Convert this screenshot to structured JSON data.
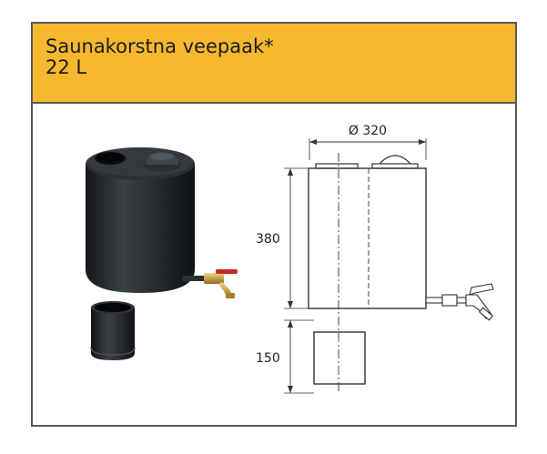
{
  "product": {
    "title_line1": "Saunakorstna veepaak*",
    "title_line2": "22 L"
  },
  "dimensions": {
    "diameter_label": "Ø 320",
    "tank_height_label": "380",
    "pipe_height_label": "150"
  },
  "colors": {
    "header_bg": "#f6b82f",
    "border": "#5a5a5a",
    "tank_body": "#1f2326",
    "drawing_line": "#333333"
  },
  "icons": {
    "photo_tank": "water-tank-illustration",
    "photo_pipe": "chimney-pipe-illustration",
    "tap": "tap-icon"
  }
}
